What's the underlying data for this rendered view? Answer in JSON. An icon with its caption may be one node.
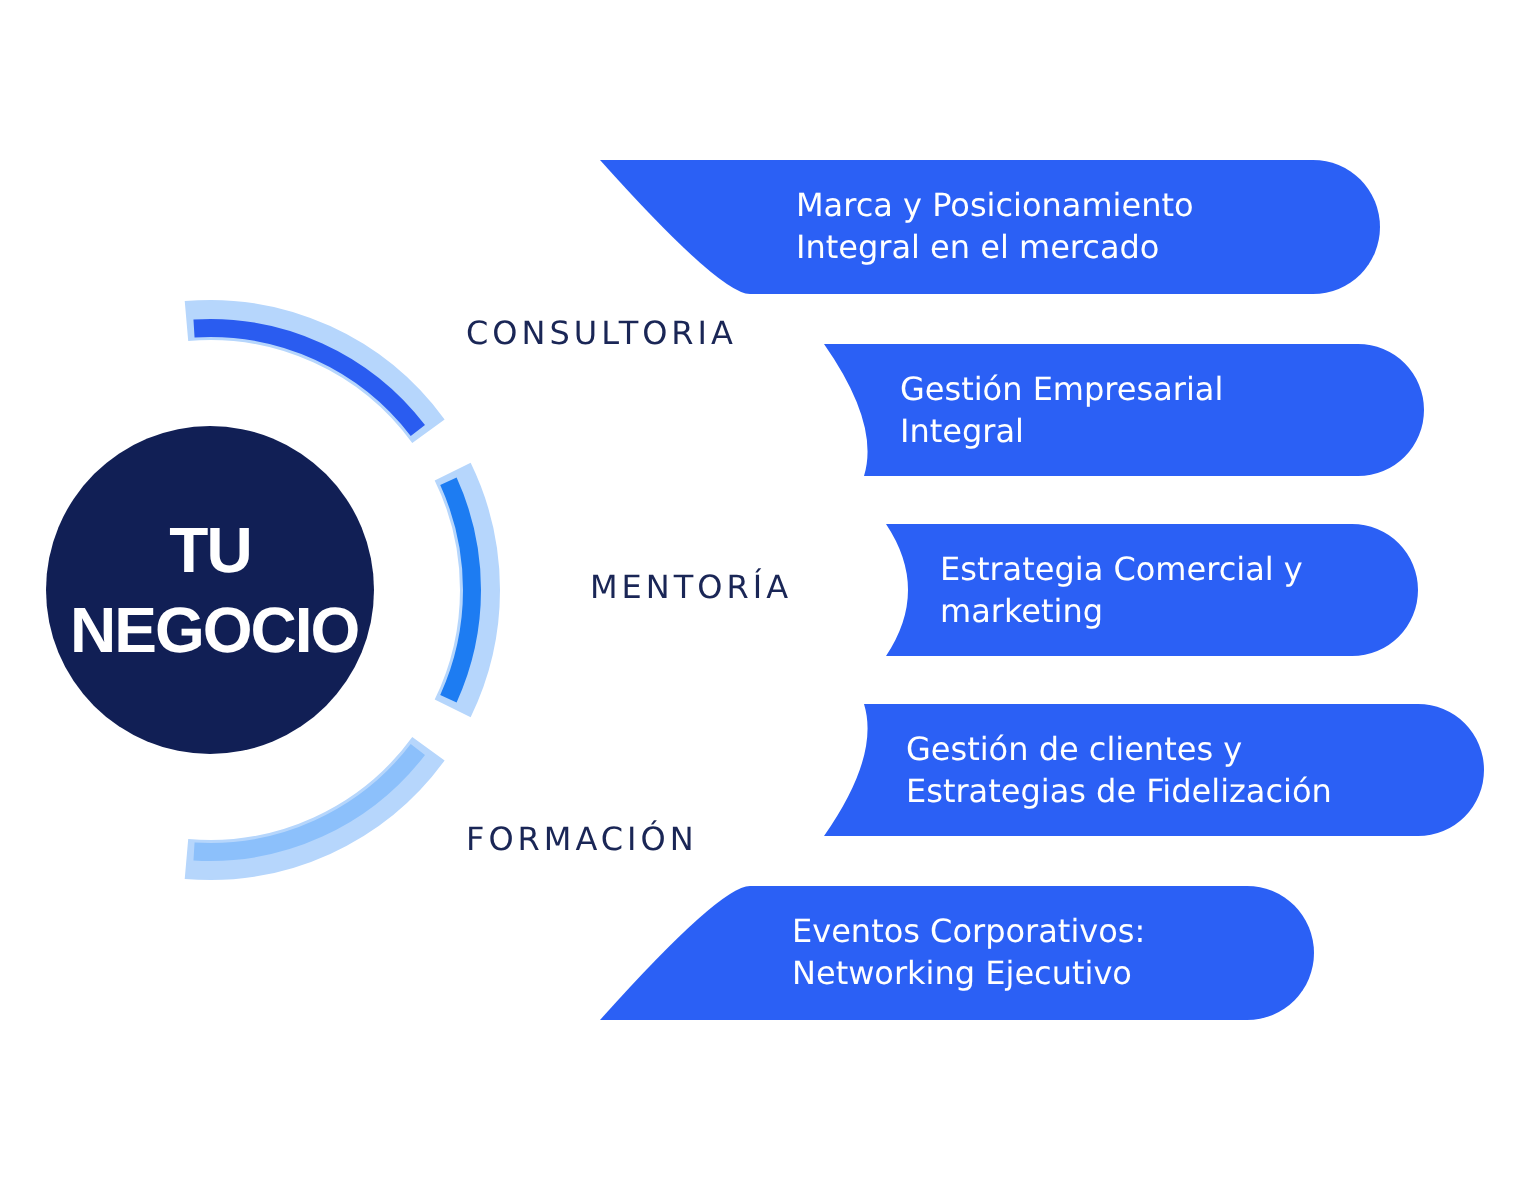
{
  "diagram": {
    "nodes": [
      {
        "text": [
          "TU NEGOCIO"
        ]
      },
      {
        "text": [
          "Marca y Posicionamiento Integral en el mercado"
        ]
      },
      {
        "text": [
          "Gestión Empresarial Integral"
        ]
      },
      {
        "text": [
          "Estrategia Comercial y marketing"
        ]
      },
      {
        "text": [
          "Gestión de clientes y Estrategias de Fidelización"
        ]
      },
      {
        "text": [
          "Eventos Corporativos: Networking Ejecutivo"
        ]
      }
    ],
    "labels": [
      "CONSULTORIA",
      "MENTORÍA",
      "FORMACIÓN"
    ]
  }
}
